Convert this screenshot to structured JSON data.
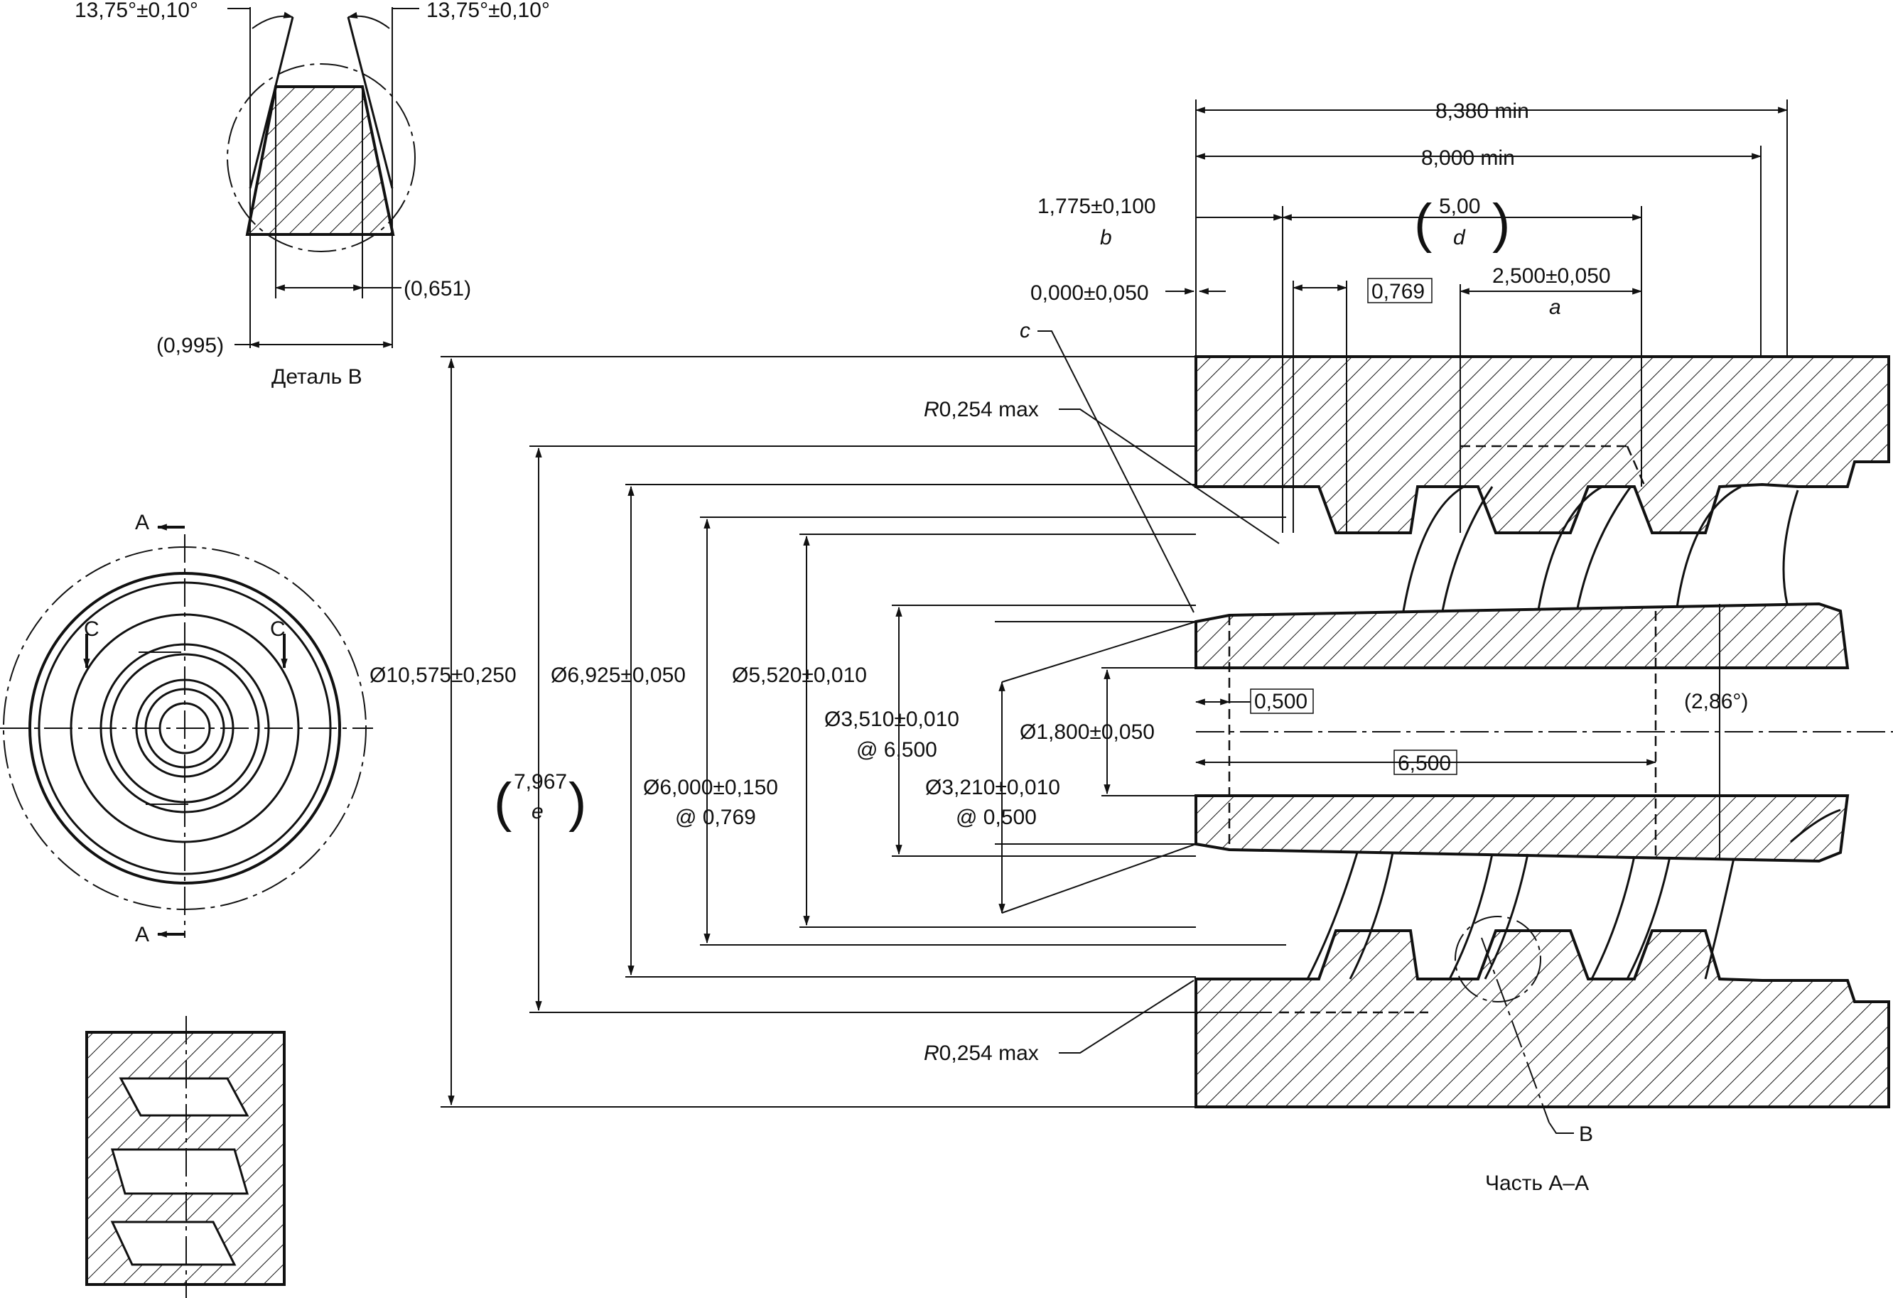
{
  "detail_b": {
    "angle_left": "13,75°±0,10°",
    "angle_right": "13,75°±0,10°",
    "dim_inner": "(0,651)",
    "dim_outer": "(0,995)",
    "caption": "Деталь B"
  },
  "section": {
    "overall_length": "8,380 min",
    "thread_length": "8,000 min",
    "offset_b_value": "1,775±0,100",
    "offset_b_note": "b",
    "pitch_value": "5,00",
    "pitch_note": "d",
    "zero_offset": "0,000±0,050",
    "basic_0769": "0,769",
    "pitch_a_value": "2,500±0,050",
    "pitch_a_note": "a",
    "note_c": "c",
    "radius_top_prefix": "R",
    "radius_top": "0,254 max",
    "radius_bottom_prefix": "R",
    "radius_bottom": "0,254 max",
    "dia_outer": "Ø10,575±0,250",
    "dia_6925": "Ø6,925±0,050",
    "dia_5520": "Ø5,520±0,010",
    "dia_3510": "Ø3,510±0,010",
    "dia_3510_at": "@ 6,500",
    "dia_1800": "Ø1,800±0,050",
    "dia_6000": "Ø6,000±0,150",
    "dia_6000_at": "@ 0,769",
    "dia_3210": "Ø3,210±0,010",
    "dia_3210_at": "@ 0,500",
    "ref_7967": "7,967",
    "ref_7967_note": "e",
    "basic_0500": "0,500",
    "basic_6500": "6,500",
    "taper_angle": "(2,86°)",
    "detail_ref": "B",
    "caption": "Часть A–A"
  },
  "end_view": {
    "section_a_top": "A",
    "section_a_bottom": "A",
    "section_c_left": "C",
    "section_c_right": "C"
  }
}
